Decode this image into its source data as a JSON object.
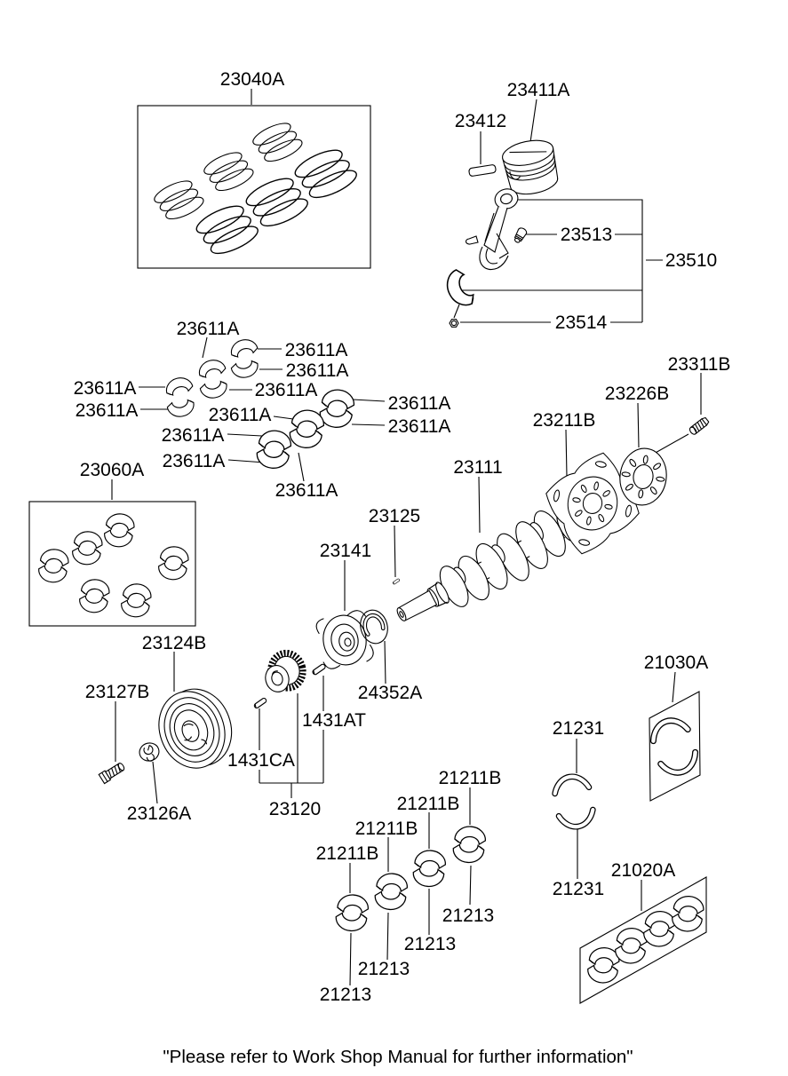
{
  "parts": {
    "piston_ring_set": "23040A",
    "piston": "23411A",
    "piston_pin": "23412",
    "connecting_rod_bolt": "23513",
    "connecting_rod_assembly": "23510",
    "connecting_rod_nut": "23514",
    "connecting_rod_bearing": "23611A",
    "crankshaft_bearing_set": "23060A",
    "crankshaft": "23111",
    "woodruff_key": "23125",
    "sensor_wheel": "23141",
    "spacer": "24352A",
    "damper_pulley": "23124B",
    "pulley_bolt": "23127B",
    "pulley_washer": "23126A",
    "key_front": "1431CA",
    "key_rear": "1431AT",
    "crankshaft_sprocket": "23120",
    "drive_plate": "23211B",
    "adapter_plate": "23226B",
    "drive_plate_bolt": "23311B",
    "thrust_washer_set": "21030A",
    "thrust_washer": "21231",
    "main_bearing_set": "21020A",
    "bearing_upper": "21211B",
    "bearing_lower": "21213"
  },
  "footer_note": "\"Please refer to Work Shop Manual for further information\""
}
